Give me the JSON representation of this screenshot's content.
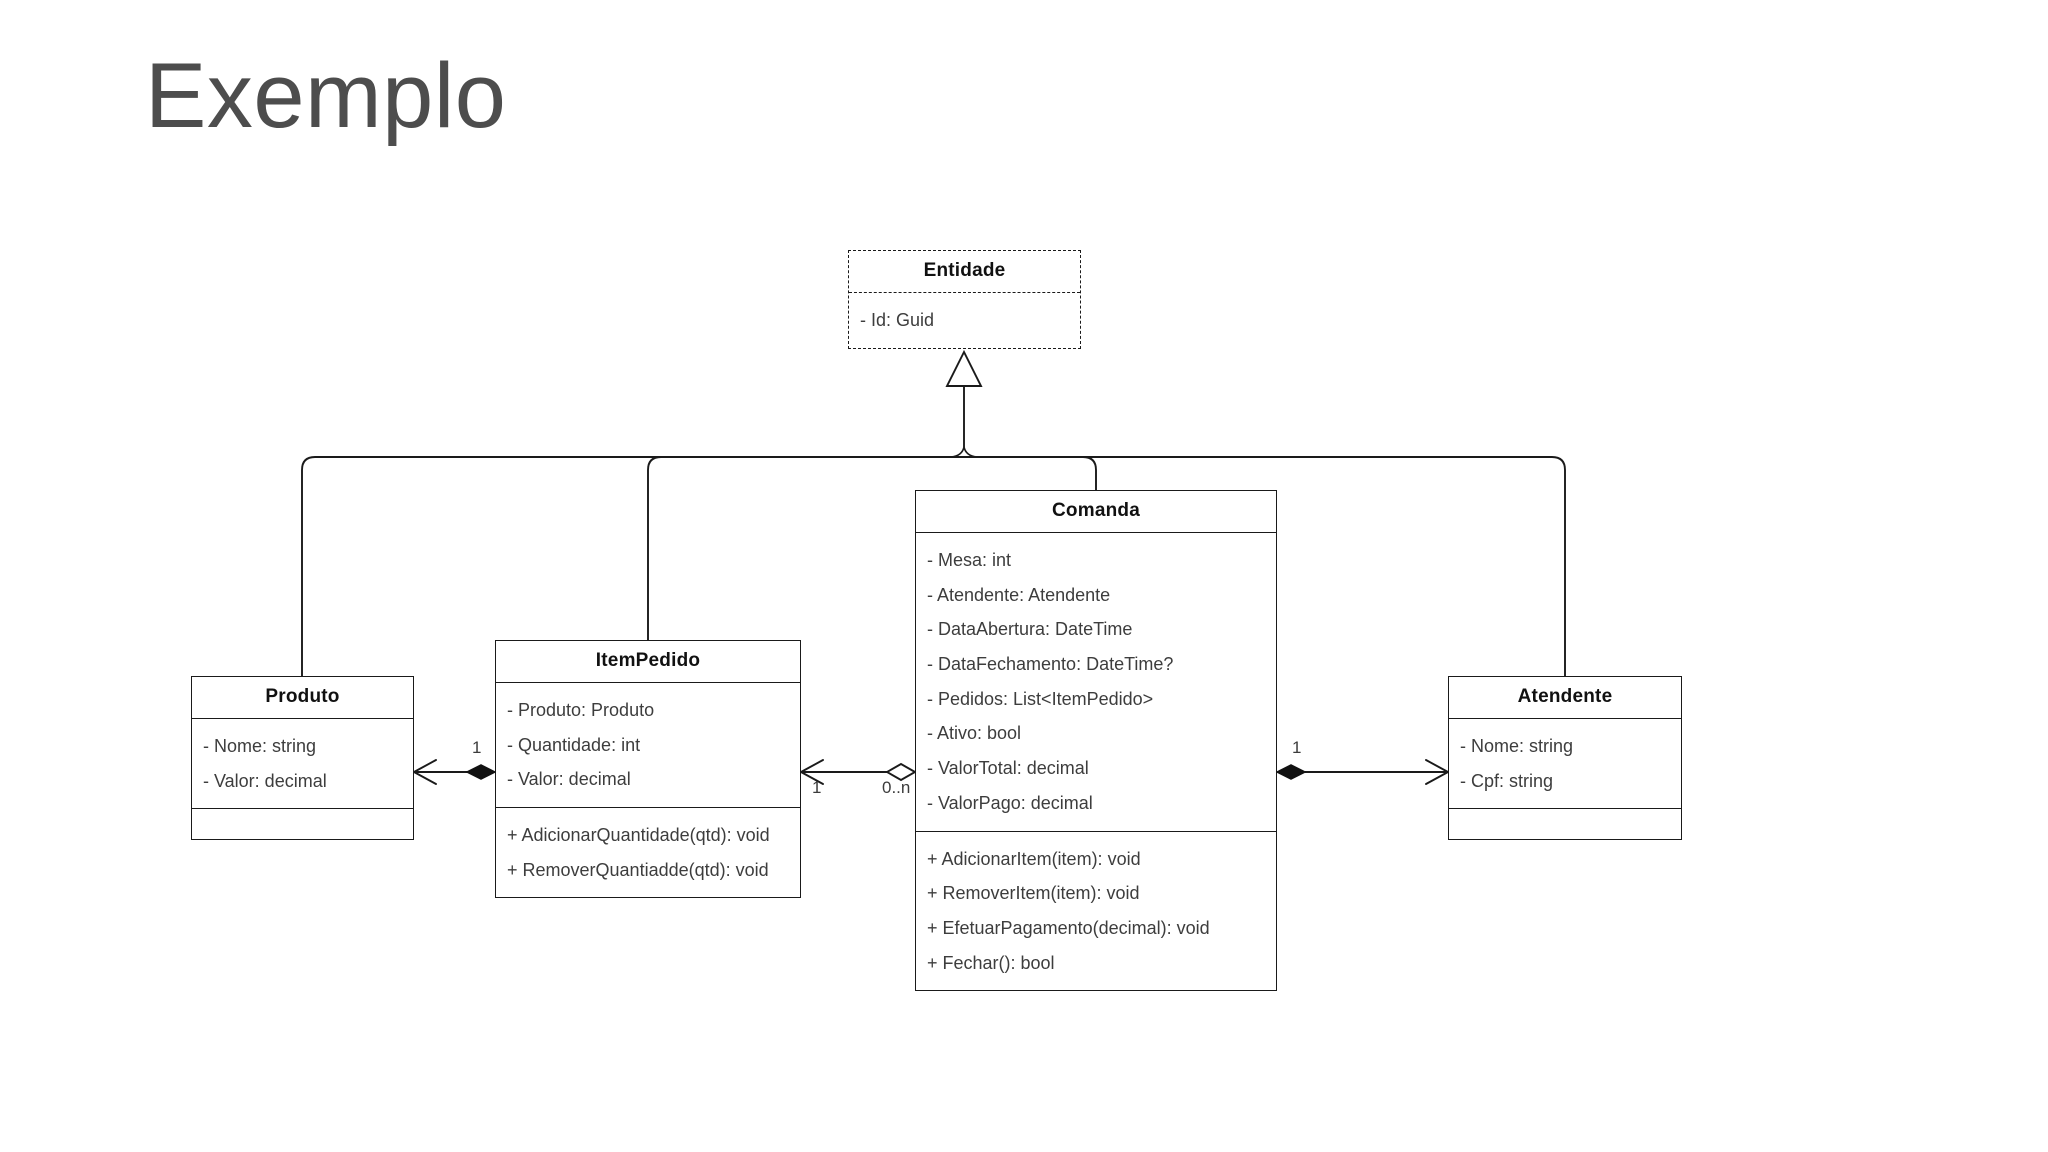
{
  "slide": {
    "title": "Exemplo",
    "background_color": "#ffffff",
    "title_color": "#4d4d4d",
    "line_color": "#1a1a1a",
    "text_color": "#3d3d3d"
  },
  "diagram": {
    "type": "uml-class-diagram",
    "classes": {
      "entidade": {
        "name": "Entidade",
        "abstract": true,
        "attributes": [
          "- Id: Guid"
        ],
        "operations": []
      },
      "comanda": {
        "name": "Comanda",
        "abstract": false,
        "attributes": [
          "- Mesa: int",
          "- Atendente: Atendente",
          "- DataAbertura: DateTime",
          "- DataFechamento: DateTime?",
          "- Pedidos: List<ItemPedido>",
          "- Ativo: bool",
          "- ValorTotal: decimal",
          "- ValorPago: decimal"
        ],
        "operations": [
          "+ AdicionarItem(item): void",
          "+ RemoverItem(item): void",
          "+ EfetuarPagamento(decimal): void",
          "+ Fechar(): bool"
        ]
      },
      "itempedido": {
        "name": "ItemPedido",
        "abstract": false,
        "attributes": [
          "- Produto: Produto",
          "- Quantidade: int",
          "- Valor: decimal"
        ],
        "operations": [
          "+ AdicionarQuantidade(qtd): void",
          "+ RemoverQuantiadde(qtd): void"
        ]
      },
      "produto": {
        "name": "Produto",
        "abstract": false,
        "attributes": [
          "- Nome: string",
          "- Valor: decimal"
        ],
        "operations": []
      },
      "atendente": {
        "name": "Atendente",
        "abstract": false,
        "attributes": [
          "- Nome: string",
          "- Cpf: string"
        ],
        "operations": []
      }
    },
    "relationships": [
      {
        "id": "gen-produto",
        "kind": "generalization",
        "from": "Produto",
        "to": "Entidade",
        "arrow": "hollow-triangle"
      },
      {
        "id": "gen-itempedido",
        "kind": "generalization",
        "from": "ItemPedido",
        "to": "Entidade",
        "arrow": "hollow-triangle"
      },
      {
        "id": "gen-comanda",
        "kind": "generalization",
        "from": "Comanda",
        "to": "Entidade",
        "arrow": "hollow-triangle"
      },
      {
        "id": "gen-atendente",
        "kind": "generalization",
        "from": "Atendente",
        "to": "Entidade",
        "arrow": "hollow-triangle"
      },
      {
        "id": "comp-itempedido-produto",
        "kind": "composition",
        "from": "ItemPedido",
        "to": "Produto",
        "diamond": "filled",
        "arrow": "open",
        "source_multiplicity": "1",
        "target_multiplicity": ""
      },
      {
        "id": "aggr-comanda-itempedido",
        "kind": "aggregation",
        "from": "Comanda",
        "to": "ItemPedido",
        "diamond": "hollow",
        "arrow": "open",
        "source_multiplicity": "0..n",
        "target_multiplicity": "1"
      },
      {
        "id": "comp-comanda-atendente",
        "kind": "composition",
        "from": "Comanda",
        "to": "Atendente",
        "diamond": "filled",
        "arrow": "open",
        "source_multiplicity": "1",
        "target_multiplicity": ""
      }
    ],
    "multiplicity_labels": {
      "produto_itempedido_source": "1",
      "itempedido_comanda_target": "1",
      "comanda_itempedido_source": "0..n",
      "comanda_atendente_source": "1"
    }
  }
}
